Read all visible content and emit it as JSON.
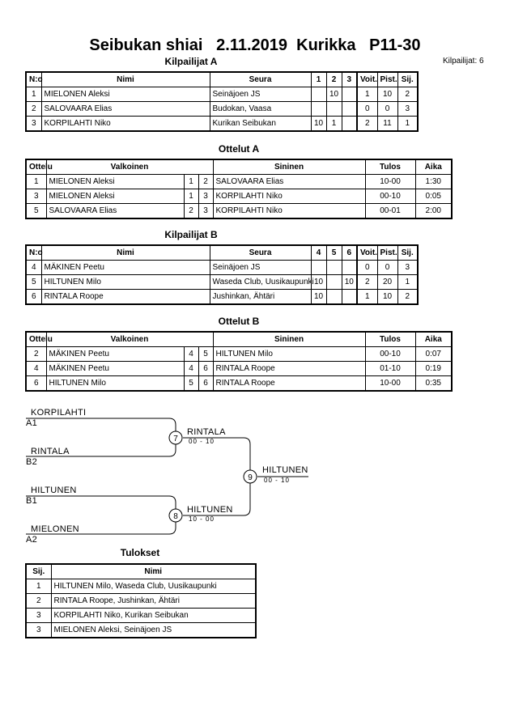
{
  "title": "Seibukan shiai   2.11.2019  Kurikka   P11-30",
  "competitors_count": "Kilpailijat: 6",
  "pool_a": {
    "heading": "Kilpailijat A",
    "headers": [
      "N:o",
      "Nimi",
      "Seura",
      "1",
      "2",
      "3",
      "Voit.",
      "Pist.",
      "Sij."
    ],
    "rows": [
      {
        "no": "1",
        "name": "MIELONEN Aleksi",
        "club": "Seinäjoen JS",
        "r1": "",
        "r2": "10",
        "r3": "",
        "wins": "1",
        "pts": "10",
        "rank": "2"
      },
      {
        "no": "2",
        "name": "SALOVAARA Elias",
        "club": "Budokan, Vaasa",
        "r1": "",
        "r2": "",
        "r3": "",
        "wins": "0",
        "pts": "0",
        "rank": "3"
      },
      {
        "no": "3",
        "name": "KORPILAHTI Niko",
        "club": "Kurikan Seibukan",
        "r1": "10",
        "r2": "1",
        "r3": "",
        "wins": "2",
        "pts": "11",
        "rank": "1"
      }
    ]
  },
  "matches_a": {
    "heading": "Ottelut A",
    "headers": [
      "Ottelu",
      "Valkoinen",
      "Sininen",
      "Tulos",
      "Aika"
    ],
    "rows": [
      {
        "match": "1",
        "white": "MIELONEN Aleksi",
        "w_no": "1",
        "b_no": "2",
        "blue": "SALOVAARA Elias",
        "result": "10-00",
        "time": "1:30"
      },
      {
        "match": "3",
        "white": "MIELONEN Aleksi",
        "w_no": "1",
        "b_no": "3",
        "blue": "KORPILAHTI Niko",
        "result": "00-10",
        "time": "0:05"
      },
      {
        "match": "5",
        "white": "SALOVAARA Elias",
        "w_no": "2",
        "b_no": "3",
        "blue": "KORPILAHTI Niko",
        "result": "00-01",
        "time": "2:00"
      }
    ]
  },
  "pool_b": {
    "heading": "Kilpailijat B",
    "headers": [
      "N:o",
      "Nimi",
      "Seura",
      "4",
      "5",
      "6",
      "Voit.",
      "Pist.",
      "Sij."
    ],
    "rows": [
      {
        "no": "4",
        "name": "MÄKINEN Peetu",
        "club": "Seinäjoen JS",
        "r1": "",
        "r2": "",
        "r3": "",
        "wins": "0",
        "pts": "0",
        "rank": "3"
      },
      {
        "no": "5",
        "name": "HILTUNEN Milo",
        "club": "Waseda Club, Uusikaupunki",
        "r1": "10",
        "r2": "",
        "r3": "10",
        "wins": "2",
        "pts": "20",
        "rank": "1"
      },
      {
        "no": "6",
        "name": "RINTALA Roope",
        "club": "Jushinkan, Ähtäri",
        "r1": "10",
        "r2": "",
        "r3": "",
        "wins": "1",
        "pts": "10",
        "rank": "2"
      }
    ]
  },
  "matches_b": {
    "heading": "Ottelut B",
    "headers": [
      "Ottelu",
      "Valkoinen",
      "Sininen",
      "Tulos",
      "Aika"
    ],
    "rows": [
      {
        "match": "2",
        "white": "MÄKINEN Peetu",
        "w_no": "4",
        "b_no": "5",
        "blue": "HILTUNEN Milo",
        "result": "00-10",
        "time": "0:07"
      },
      {
        "match": "4",
        "white": "MÄKINEN Peetu",
        "w_no": "4",
        "b_no": "6",
        "blue": "RINTALA Roope",
        "result": "01-10",
        "time": "0:19"
      },
      {
        "match": "6",
        "white": "HILTUNEN Milo",
        "w_no": "5",
        "b_no": "6",
        "blue": "RINTALA Roope",
        "result": "10-00",
        "time": "0:35"
      }
    ]
  },
  "bracket": {
    "sf1_top_name": "KORPILAHTI",
    "sf1_top_seed": "A1",
    "sf1_bottom_name": "RINTALA",
    "sf1_bottom_seed": "B2",
    "sf1_match": "7",
    "sf1_winner": "RINTALA",
    "sf1_score": "00 - 10",
    "sf2_top_name": "HILTUNEN",
    "sf2_top_seed": "B1",
    "sf2_bottom_name": "MIELONEN",
    "sf2_bottom_seed": "A2",
    "sf2_match": "8",
    "sf2_winner": "HILTUNEN",
    "sf2_score": "10 - 00",
    "final_match": "9",
    "final_winner": "HILTUNEN",
    "final_score": "00 - 10"
  },
  "results": {
    "heading": "Tulokset",
    "headers": [
      "Sij.",
      "Nimi"
    ],
    "rows": [
      {
        "rank": "1",
        "entry": "HILTUNEN Milo, Waseda Club, Uusikaupunki"
      },
      {
        "rank": "2",
        "entry": "RINTALA Roope, Jushinkan, Ähtäri"
      },
      {
        "rank": "3",
        "entry": "KORPILAHTI Niko, Kurikan Seibukan"
      },
      {
        "rank": "3",
        "entry": "MIELONEN Aleksi, Seinäjoen JS"
      }
    ]
  }
}
